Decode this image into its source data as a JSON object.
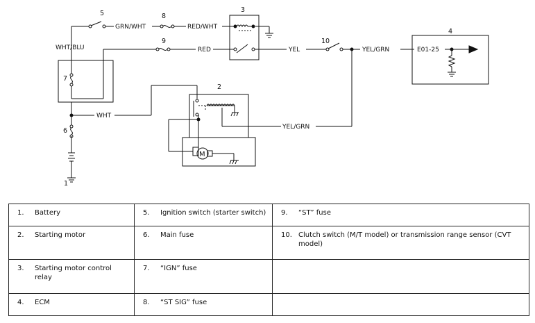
{
  "diagram": {
    "components": {
      "c1": "1",
      "c2": "2",
      "c3": "3",
      "c4": "4",
      "c5": "5",
      "c6": "6",
      "c7": "7",
      "c8": "8",
      "c9": "9",
      "c10": "10"
    },
    "wires": {
      "grn_wht": "GRN/WHT",
      "red_wht": "RED/WHT",
      "wht_blu": "WHT/BLU",
      "red": "RED",
      "yel": "YEL",
      "yel_grn_top": "YEL/GRN",
      "wht": "WHT",
      "yel_grn_bottom": "YEL/GRN"
    },
    "ecm_terminal": "E01-25"
  },
  "legend": {
    "rows": [
      [
        {
          "num": "1.",
          "text": "Battery"
        },
        {
          "num": "5.",
          "text": "Ignition switch (starter switch)"
        },
        {
          "num": "9.",
          "text": "“ST” fuse"
        }
      ],
      [
        {
          "num": "2.",
          "text": "Starting motor"
        },
        {
          "num": "6.",
          "text": "Main fuse"
        },
        {
          "num": "10.",
          "text": "Clutch switch (M/T model) or transmission range sensor (CVT model)"
        }
      ],
      [
        {
          "num": "3.",
          "text": "Starting motor control relay"
        },
        {
          "num": "7.",
          "text": "“IGN” fuse"
        },
        {
          "num": "",
          "text": ""
        }
      ],
      [
        {
          "num": "4.",
          "text": "ECM"
        },
        {
          "num": "8.",
          "text": "“ST SIG” fuse"
        },
        {
          "num": "",
          "text": ""
        }
      ]
    ]
  }
}
